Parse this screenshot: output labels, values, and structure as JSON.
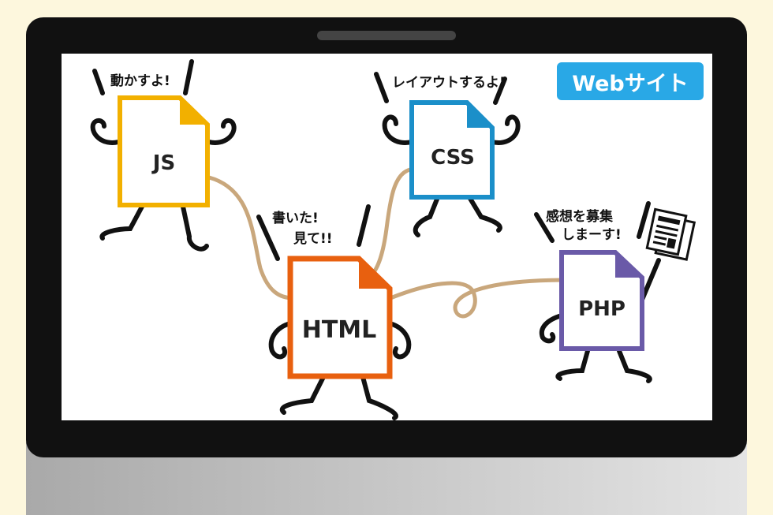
{
  "badge": {
    "label": "Webサイト",
    "color": "#29a8e6"
  },
  "characters": {
    "js": {
      "label": "JS",
      "speech": "動かすよ!",
      "color": "#f2b000"
    },
    "css": {
      "label": "CSS",
      "speech": "レイアウトするよ!",
      "color": "#1b8fc9"
    },
    "html": {
      "label": "HTML",
      "speech_line1": "書いた!",
      "speech_line2": "見て!!",
      "color": "#e8600f"
    },
    "php": {
      "label": "PHP",
      "speech_line1": "感想を募集",
      "speech_line2": "しまーす!",
      "color": "#6a5aa8"
    }
  },
  "colors": {
    "background": "#fdf7dd",
    "bezel": "#111111",
    "screen": "#ffffff",
    "rope": "#c9a77c"
  }
}
